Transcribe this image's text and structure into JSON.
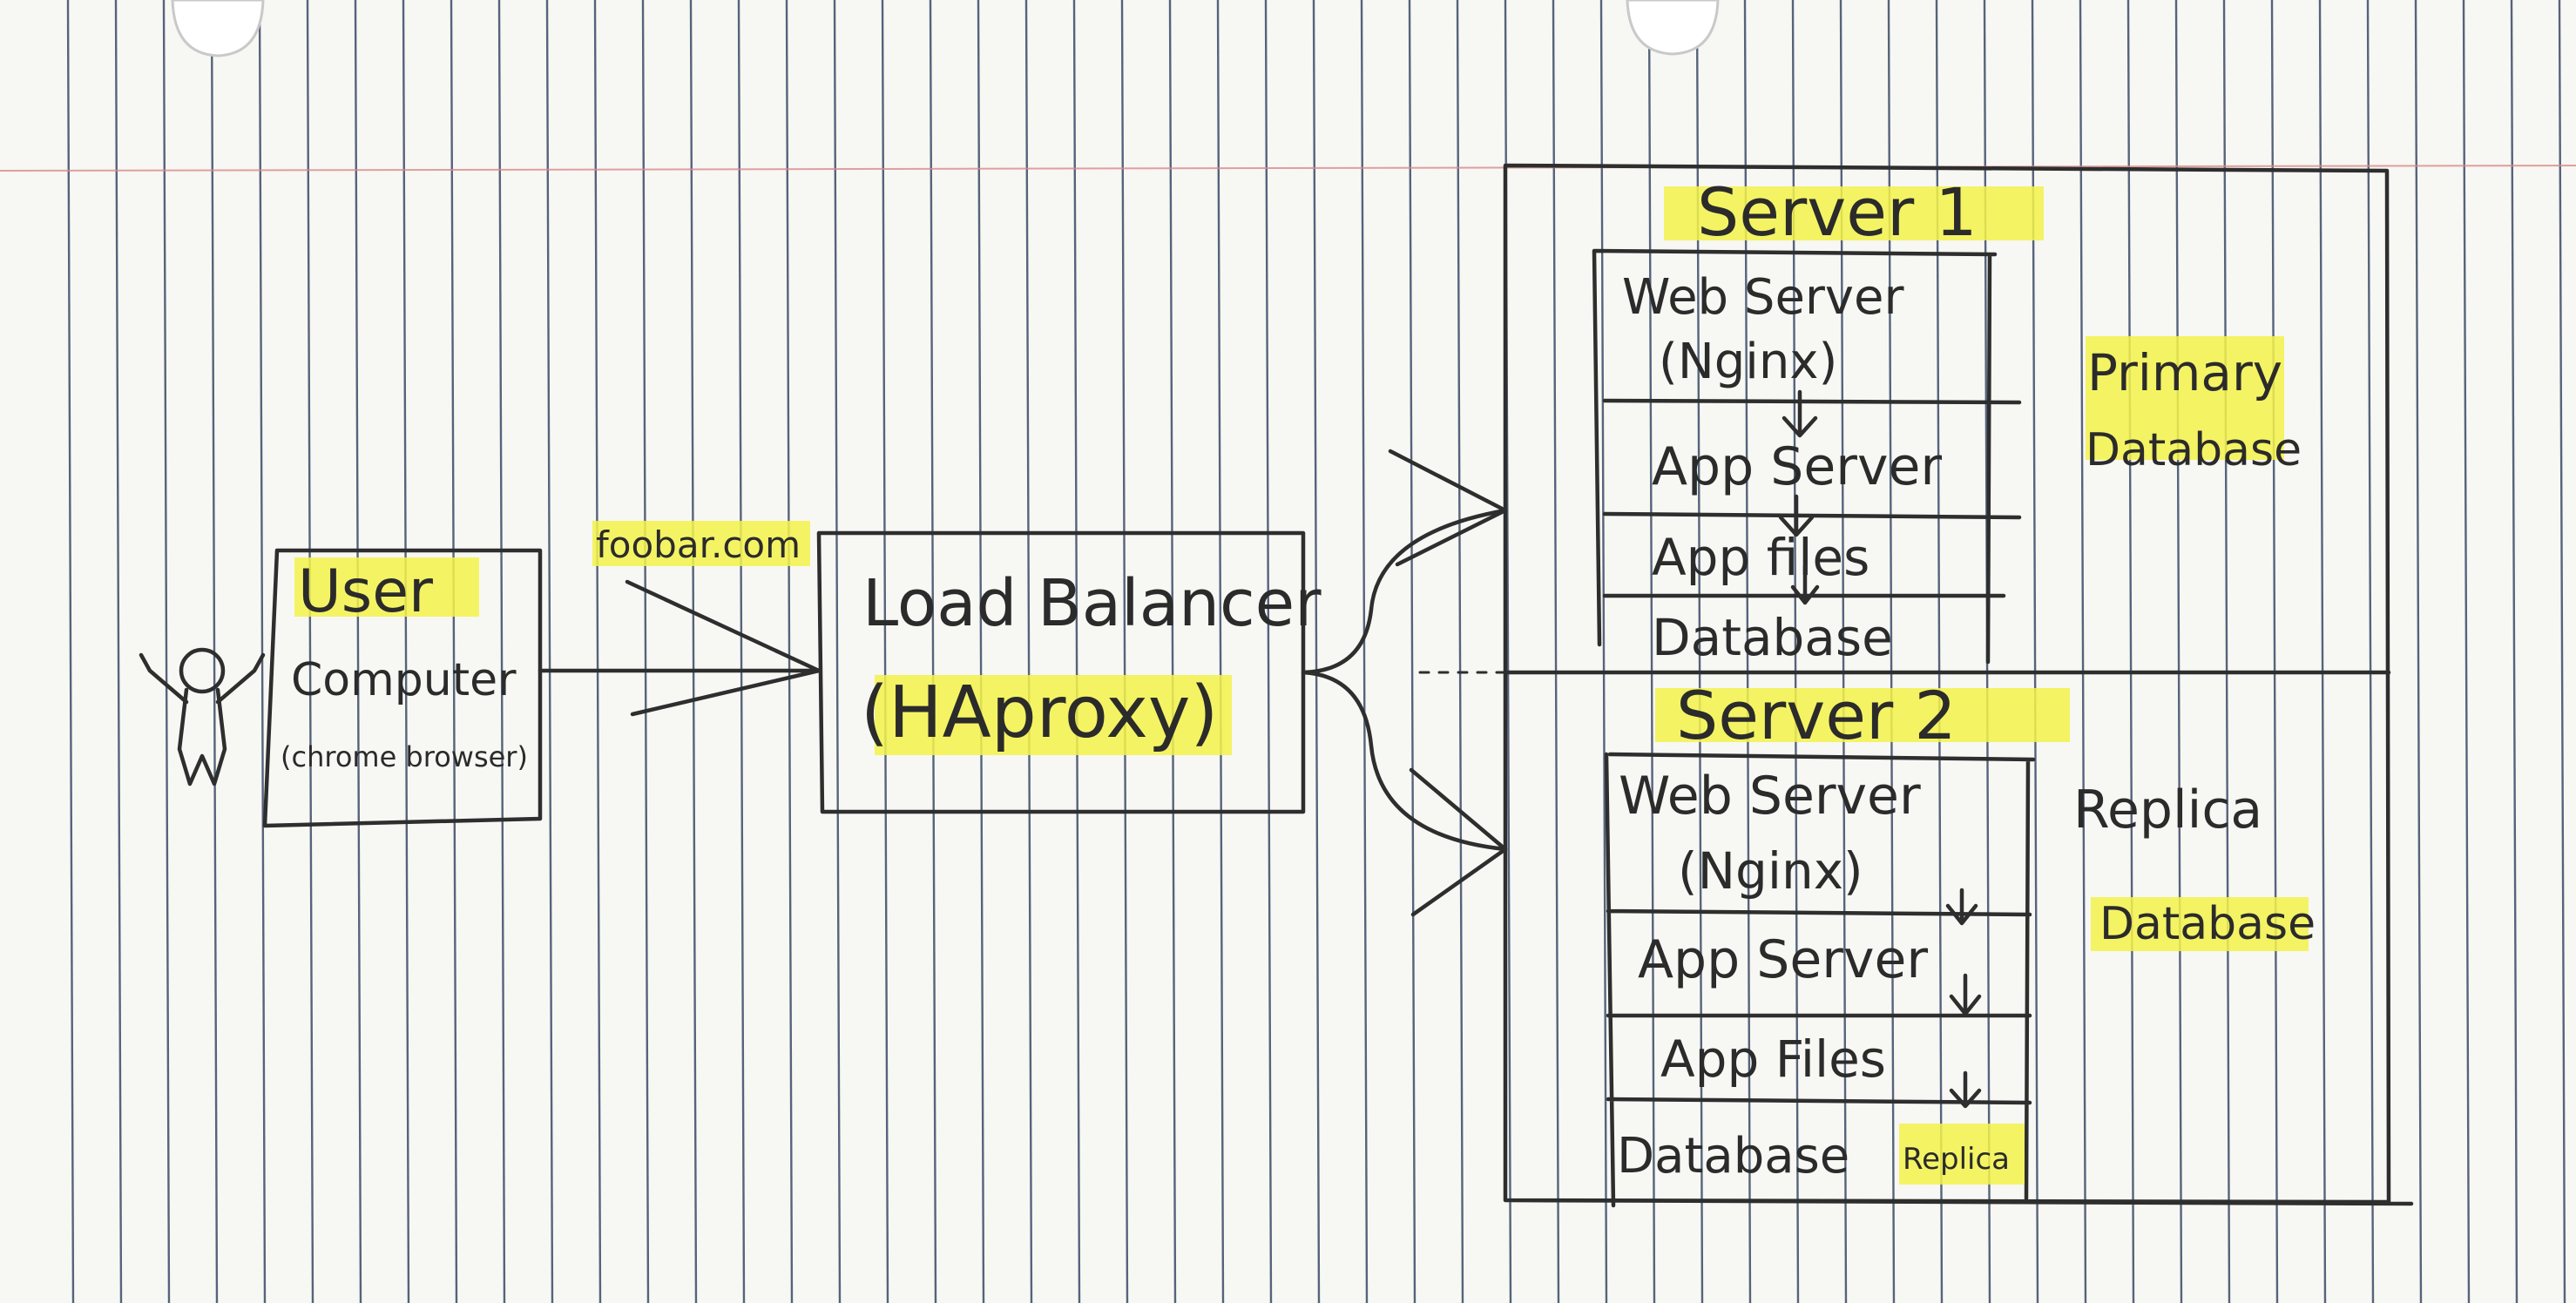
{
  "diagram": {
    "user": {
      "title": "User",
      "line2": "Computer",
      "line3": "(chrome browser)"
    },
    "connection": {
      "domain": "foobar.com"
    },
    "load_balancer": {
      "title": "Load Balancer",
      "subtitle": "(HAproxy)"
    },
    "server1": {
      "title": "Server 1",
      "layers": [
        "Web Server",
        "(Nginx)",
        "App Server",
        "App files",
        "Database"
      ],
      "side_label_1": "Primary",
      "side_label_2": "Database"
    },
    "server2": {
      "title": "Server 2",
      "layers": [
        "Web Server",
        "(Nginx)",
        "App Server",
        "App Files",
        "Database"
      ],
      "db_tag": "Replica",
      "side_label_1": "Replica",
      "side_label_2": "Database"
    }
  },
  "colors": {
    "highlight": "#f3f24a",
    "ink": "#2e2e2e",
    "rule_lines": "#3b4a66",
    "margin_line": "#d98a8a"
  }
}
